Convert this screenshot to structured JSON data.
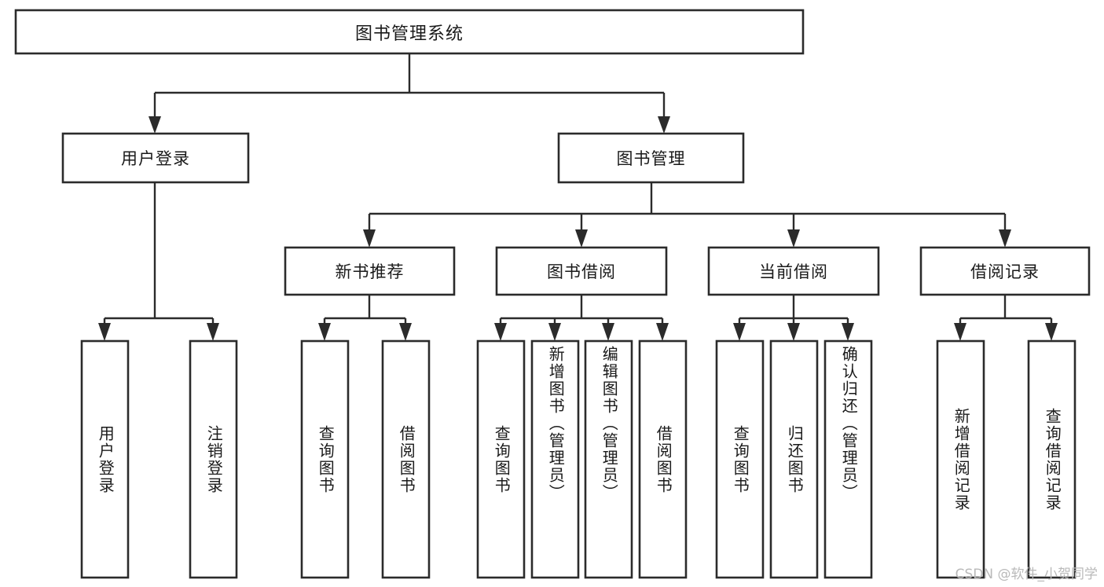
{
  "diagram": {
    "title": "图书管理系统",
    "type": "tree-hierarchy-diagram",
    "watermark": "CSDN @软件_小贺同学",
    "colors": {
      "background": "#ffffff",
      "box_stroke": "#2b2b2b",
      "box_fill": "#ffffff",
      "text": "#1a1a1a",
      "watermark": "#b9b9b9"
    },
    "nodes": {
      "root": {
        "label": "图书管理系统",
        "orientation": "horizontal"
      },
      "level2": [
        {
          "id": "user-login",
          "label": "用户登录",
          "orientation": "horizontal"
        },
        {
          "id": "book-manage",
          "label": "图书管理",
          "orientation": "horizontal"
        }
      ],
      "level3": [
        {
          "id": "new-book-recommend",
          "label": "新书推荐",
          "orientation": "horizontal"
        },
        {
          "id": "book-borrow",
          "label": "图书借阅",
          "orientation": "horizontal"
        },
        {
          "id": "current-borrow",
          "label": "当前借阅",
          "orientation": "horizontal"
        },
        {
          "id": "borrow-record",
          "label": "借阅记录",
          "orientation": "horizontal"
        }
      ],
      "leaves": [
        {
          "id": "leaf-user-login",
          "label": "用户登录",
          "parent": "user-login",
          "orientation": "vertical"
        },
        {
          "id": "leaf-logout-login",
          "label": "注销登录",
          "parent": "user-login",
          "orientation": "vertical"
        },
        {
          "id": "leaf-query-book-1",
          "label": "查询图书",
          "parent": "new-book-recommend",
          "orientation": "vertical"
        },
        {
          "id": "leaf-borrow-book-1",
          "label": "借阅图书",
          "parent": "new-book-recommend",
          "orientation": "vertical"
        },
        {
          "id": "leaf-query-book-2",
          "label": "查询图书",
          "parent": "book-borrow",
          "orientation": "vertical"
        },
        {
          "id": "leaf-add-book",
          "label": "新增图书（管理员）",
          "parent": "book-borrow",
          "orientation": "vertical"
        },
        {
          "id": "leaf-edit-book",
          "label": "编辑图书（管理员）",
          "parent": "book-borrow",
          "orientation": "vertical"
        },
        {
          "id": "leaf-borrow-book-2",
          "label": "借阅图书",
          "parent": "book-borrow",
          "orientation": "vertical"
        },
        {
          "id": "leaf-query-book-3",
          "label": "查询图书",
          "parent": "current-borrow",
          "orientation": "vertical"
        },
        {
          "id": "leaf-return-book",
          "label": "归还图书",
          "parent": "current-borrow",
          "orientation": "vertical"
        },
        {
          "id": "leaf-confirm-return",
          "label": "确认归还（管理员）",
          "parent": "current-borrow",
          "orientation": "vertical"
        },
        {
          "id": "leaf-add-record",
          "label": "新增借阅记录",
          "parent": "borrow-record",
          "orientation": "vertical"
        },
        {
          "id": "leaf-query-record",
          "label": "查询借阅记录",
          "parent": "borrow-record",
          "orientation": "vertical"
        }
      ]
    }
  }
}
